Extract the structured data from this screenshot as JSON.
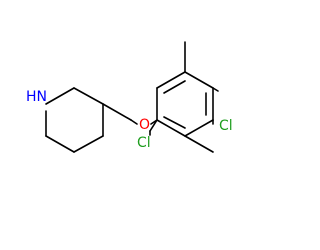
{
  "colors": {
    "bond": "#000000",
    "nitrogen": "#0000ff",
    "oxygen": "#ff0000",
    "chlorine": "#1f9e1f"
  },
  "atoms": {
    "amine_n": "HN",
    "ether_o": "O",
    "cl_upper": "Cl",
    "cl_lower": "Cl"
  }
}
